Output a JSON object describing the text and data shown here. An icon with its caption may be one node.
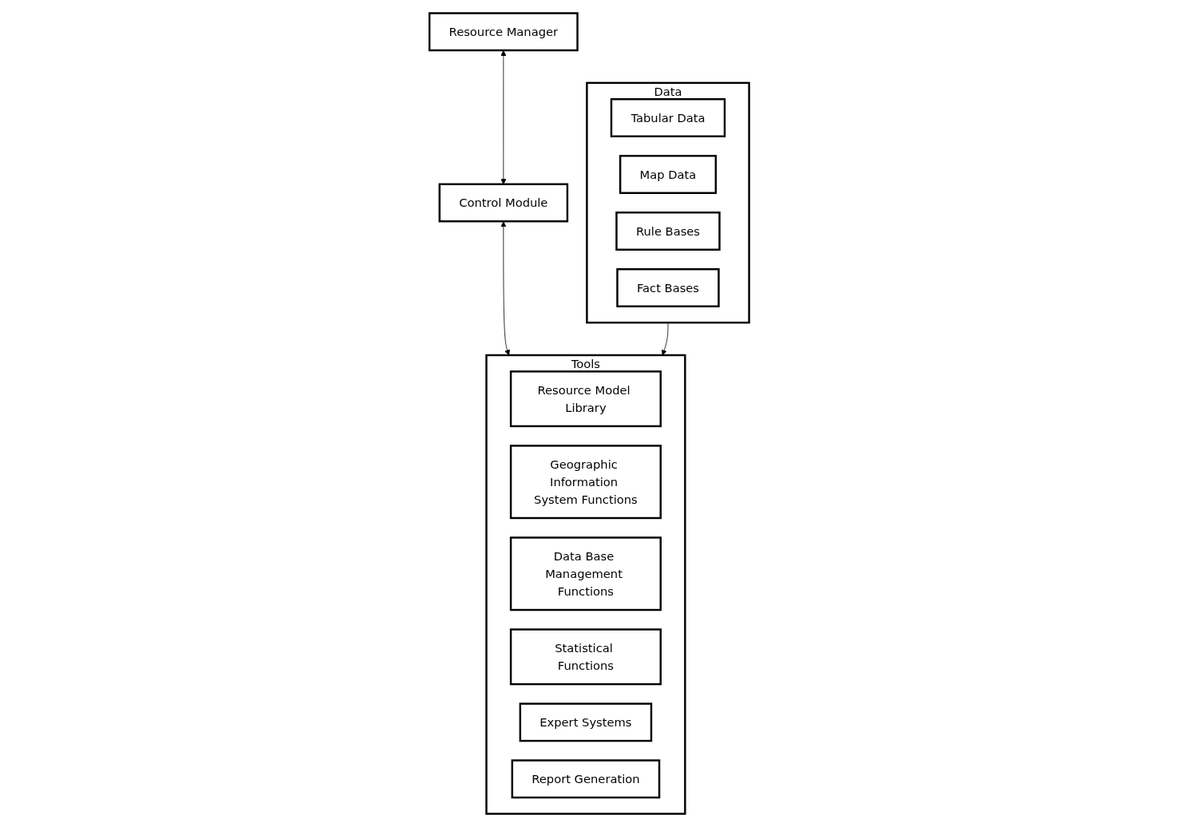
{
  "diagram": {
    "nodes": [
      {
        "text": [
          "Resource Manager"
        ]
      },
      {
        "text": [
          "Control Module"
        ]
      },
      {
        "text": [
          "Tools"
        ]
      },
      {
        "text": [
          "Resource Model Library"
        ],
        "in": 2
      },
      {
        "text": [
          "Geographic Information System Functions"
        ],
        "in": 2
      },
      {
        "text": [
          "Data Base Management Functions"
        ],
        "in": 2
      },
      {
        "text": [
          "Statistical Functions"
        ],
        "in": 2
      },
      {
        "text": [
          "Expert Systems"
        ],
        "in": 2
      },
      {
        "text": [
          "Report Generation"
        ],
        "in": 2
      },
      {
        "text": [
          "Data"
        ]
      },
      {
        "text": [
          "Tabular Data"
        ],
        "in": 9
      },
      {
        "text": [
          "Map Data"
        ],
        "in": 9
      },
      {
        "text": [
          "Rule Bases"
        ],
        "in": 9
      },
      {
        "text": [
          "Fact Bases"
        ],
        "in": 9
      }
    ],
    "edges": [
      {
        "from": 0,
        "to": 1,
        "arrow": "both"
      },
      {
        "from": 1,
        "to": 2,
        "arrow": "both"
      },
      {
        "from": 9,
        "to": 2,
        "arrow": "to"
      }
    ]
  }
}
